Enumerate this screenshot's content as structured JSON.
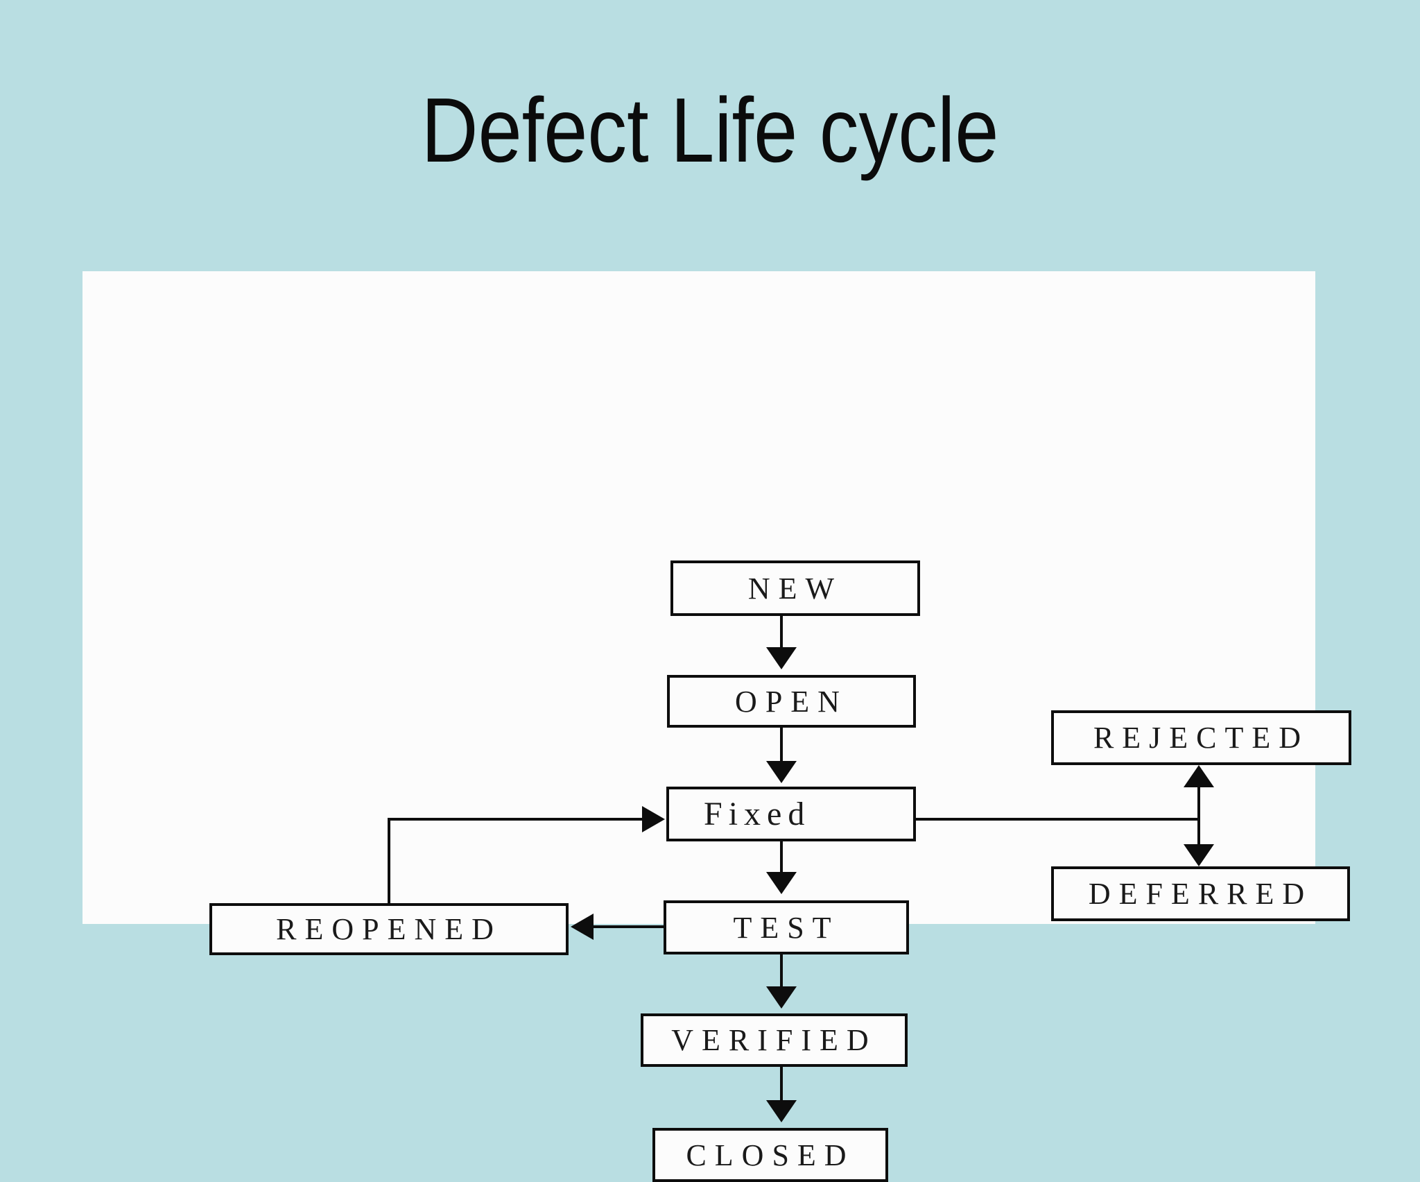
{
  "title": "Defect Life cycle",
  "nodes": {
    "new": {
      "label": "NEW"
    },
    "open": {
      "label": "OPEN"
    },
    "fixed": {
      "label": "Fixed"
    },
    "test": {
      "label": "TEST"
    },
    "verified": {
      "label": "VERIFIED"
    },
    "closed": {
      "label": "CLOSED"
    },
    "reopened": {
      "label": "REOPENED"
    },
    "rejected": {
      "label": "REJECTED"
    },
    "deferred": {
      "label": "DEFERRED"
    }
  },
  "edges": [
    {
      "from": "NEW",
      "to": "OPEN",
      "type": "arrow-down"
    },
    {
      "from": "OPEN",
      "to": "Fixed",
      "type": "arrow-down"
    },
    {
      "from": "Fixed",
      "to": "TEST",
      "type": "arrow-down"
    },
    {
      "from": "TEST",
      "to": "VERIFIED",
      "type": "arrow-down"
    },
    {
      "from": "VERIFIED",
      "to": "CLOSED",
      "type": "arrow-down"
    },
    {
      "from": "TEST",
      "to": "REOPENED",
      "type": "arrow-left"
    },
    {
      "from": "REOPENED",
      "to": "Fixed",
      "type": "elbow-arrow-right"
    },
    {
      "from": "Fixed",
      "to": "REJECTED-DEFERRED junction",
      "type": "plain-line"
    },
    {
      "from": "REJECTED",
      "to": "DEFERRED",
      "type": "double-headed-arrow"
    }
  ],
  "colors": {
    "background": "#b9dee2",
    "panel": "#fcfcfc",
    "stroke": "#0d0d0d",
    "text": "#1a1a1a"
  }
}
